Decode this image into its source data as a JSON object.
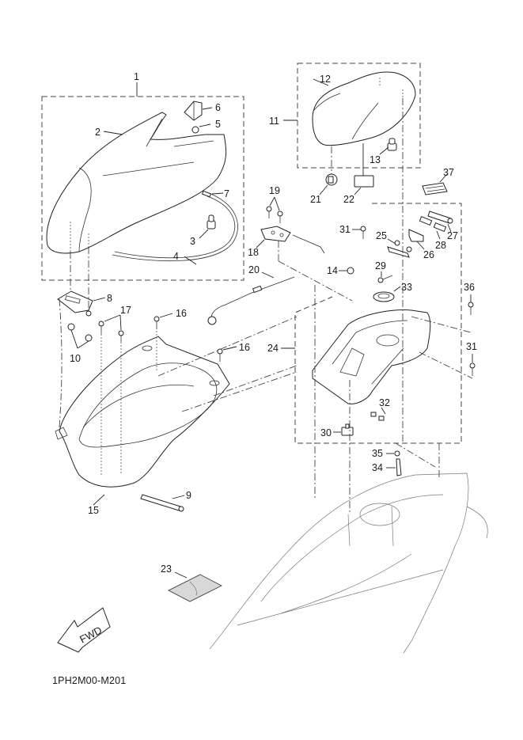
{
  "diagram": {
    "title_code": "1PH2M00-M201",
    "fwd_label": "FWD",
    "callouts": {
      "c1": "1",
      "c2": "2",
      "c3": "3",
      "c4": "4",
      "c5": "5",
      "c6": "6",
      "c7": "7",
      "c8": "8",
      "c9": "9",
      "c10": "10",
      "c11": "11",
      "c12": "12",
      "c13": "13",
      "c14": "14",
      "c15": "15",
      "c16a": "16",
      "c16b": "16",
      "c17": "17",
      "c18": "18",
      "c19": "19",
      "c20": "20",
      "c21": "21",
      "c22": "22",
      "c23": "23",
      "c24": "24",
      "c25": "25",
      "c26": "26",
      "c27": "27",
      "c28": "28",
      "c29": "29",
      "c30": "30",
      "c31a": "31",
      "c31b": "31",
      "c32": "32",
      "c33": "33",
      "c34": "34",
      "c35": "35",
      "c36": "36",
      "c37": "37"
    },
    "parts": [
      {
        "no": "1",
        "name": "seat assembly (double seat)"
      },
      {
        "no": "2",
        "name": "seat"
      },
      {
        "no": "3",
        "name": "damper"
      },
      {
        "no": "4",
        "name": "seat trim / cable"
      },
      {
        "no": "5",
        "name": "nut"
      },
      {
        "no": "6",
        "name": "bracket"
      },
      {
        "no": "7",
        "name": "cable end"
      },
      {
        "no": "8",
        "name": "hinge bracket"
      },
      {
        "no": "9",
        "name": "pin"
      },
      {
        "no": "10",
        "name": "nut"
      },
      {
        "no": "11",
        "name": "seat assembly (alt)"
      },
      {
        "no": "12",
        "name": "seat"
      },
      {
        "no": "13",
        "name": "damper"
      },
      {
        "no": "14",
        "name": "nut"
      },
      {
        "no": "15",
        "name": "storage box"
      },
      {
        "no": "16",
        "name": "bolt"
      },
      {
        "no": "17",
        "name": "screw"
      },
      {
        "no": "18",
        "name": "seat lock"
      },
      {
        "no": "19",
        "name": "screw"
      },
      {
        "no": "20",
        "name": "seat lock cable"
      },
      {
        "no": "21",
        "name": "label"
      },
      {
        "no": "22",
        "name": "label"
      },
      {
        "no": "23",
        "name": "manual / document"
      },
      {
        "no": "24",
        "name": "carrier / frame cover"
      },
      {
        "no": "25",
        "name": "hook"
      },
      {
        "no": "26",
        "name": "bracket"
      },
      {
        "no": "27",
        "name": "bolt"
      },
      {
        "no": "28",
        "name": "spring"
      },
      {
        "no": "29",
        "name": "screw"
      },
      {
        "no": "30",
        "name": "clip"
      },
      {
        "no": "31",
        "name": "bolt"
      },
      {
        "no": "32",
        "name": "nut"
      },
      {
        "no": "33",
        "name": "grommet"
      },
      {
        "no": "34",
        "name": "hose"
      },
      {
        "no": "35",
        "name": "clip"
      },
      {
        "no": "36",
        "name": "bolt"
      },
      {
        "no": "37",
        "name": "emblem"
      }
    ]
  }
}
